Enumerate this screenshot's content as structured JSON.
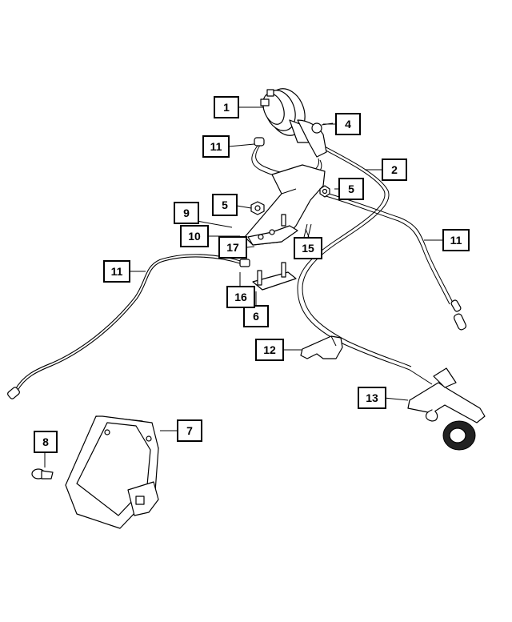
{
  "callouts": [
    {
      "id": "c1",
      "label": "1"
    },
    {
      "id": "c2",
      "label": "2"
    },
    {
      "id": "c4",
      "label": "4"
    },
    {
      "id": "c5a",
      "label": "5"
    },
    {
      "id": "c5b",
      "label": "5"
    },
    {
      "id": "c6",
      "label": "6"
    },
    {
      "id": "c7",
      "label": "7"
    },
    {
      "id": "c8",
      "label": "8"
    },
    {
      "id": "c9",
      "label": "9"
    },
    {
      "id": "c10",
      "label": "10"
    },
    {
      "id": "c11a",
      "label": "11"
    },
    {
      "id": "c11b",
      "label": "11"
    },
    {
      "id": "c11c",
      "label": "11"
    },
    {
      "id": "c12",
      "label": "12"
    },
    {
      "id": "c13",
      "label": "13"
    },
    {
      "id": "c15",
      "label": "15"
    },
    {
      "id": "c16",
      "label": "16"
    },
    {
      "id": "c17",
      "label": "17"
    }
  ]
}
